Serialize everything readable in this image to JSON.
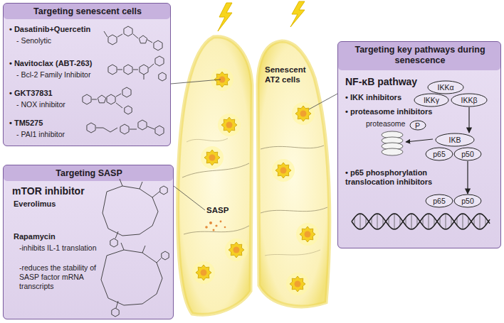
{
  "diagram": {
    "nodes": [
      {
        "text": [
          "Targeting senescent cells",
          "• Dasatinib+Quercetin",
          "- Senolytic",
          "• Navitoclax (ABT-263)",
          "- Bcl-2 Family Inhibitor",
          "• GKT37831",
          "- NOX inhibitor",
          "• TM5275",
          "- PAI1 inhibitor"
        ]
      },
      {
        "text": [
          "Targeting SASP",
          "mTOR inhibitor",
          "Everolimus",
          "Rapamycin",
          "-inhibits IL-1 translation",
          "-reduces the stability of SASP factor mRNA transcripts"
        ]
      },
      {
        "text": [
          "Targeting key pathways during senescence",
          "NF-κB pathway",
          "• IKK inhibitors",
          "• proteasome inhibitors",
          "• p65 phosphorylation translocation inhibitors"
        ]
      },
      {
        "text": [
          "IKKα"
        ],
        "in": 2
      },
      {
        "text": [
          "IKKγ"
        ],
        "in": 2
      },
      {
        "text": [
          "IKKβ"
        ],
        "in": 2
      },
      {
        "text": [
          "P"
        ],
        "in": 2
      },
      {
        "text": [
          "IKB"
        ],
        "in": 2
      },
      {
        "text": [
          "p65"
        ],
        "in": 2
      },
      {
        "text": [
          "p50"
        ],
        "in": 2
      },
      {
        "text": [
          "p65"
        ],
        "in": 2
      },
      {
        "text": [
          "p50"
        ],
        "in": 2
      }
    ],
    "edges": [
      {
        "from": 5,
        "to": 7,
        "arrow": "to"
      },
      {
        "from": 9,
        "to": 11,
        "arrow": "to"
      }
    ],
    "labels": [
      "Senescent AT2 cells",
      "SASP",
      "proteasome"
    ]
  }
}
